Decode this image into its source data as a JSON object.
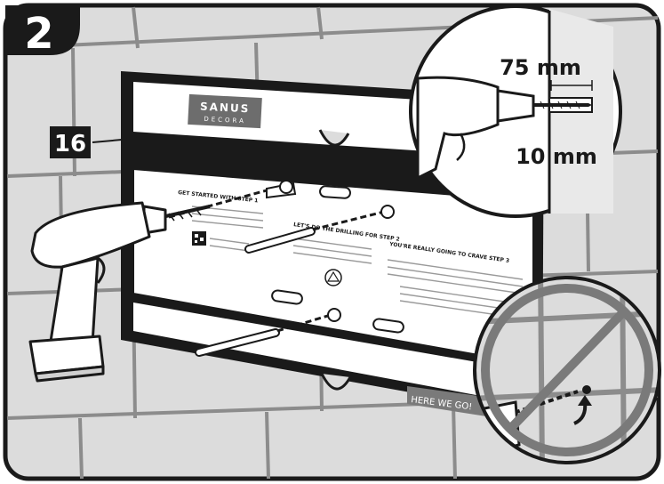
{
  "step_number": "2",
  "part_label": "16",
  "brand": "SANUS",
  "brand_sub": "DECORA",
  "drill_depth": "75 mm",
  "drill_diameter": "10 mm",
  "template": {
    "left_heading": "GET STARTED WITH STEP 1",
    "center_heading": "LET'S DO THE DRILLING FOR STEP 2",
    "right_heading": "YOU'RE REALLY GOING TO CRAVE STEP 3",
    "footer": "HERE WE GO!"
  },
  "colors": {
    "ink": "#1a1a1a",
    "tile": "#dcdcdc",
    "grout": "#8c8c8c",
    "wall_panel": "#e9e9e9"
  }
}
